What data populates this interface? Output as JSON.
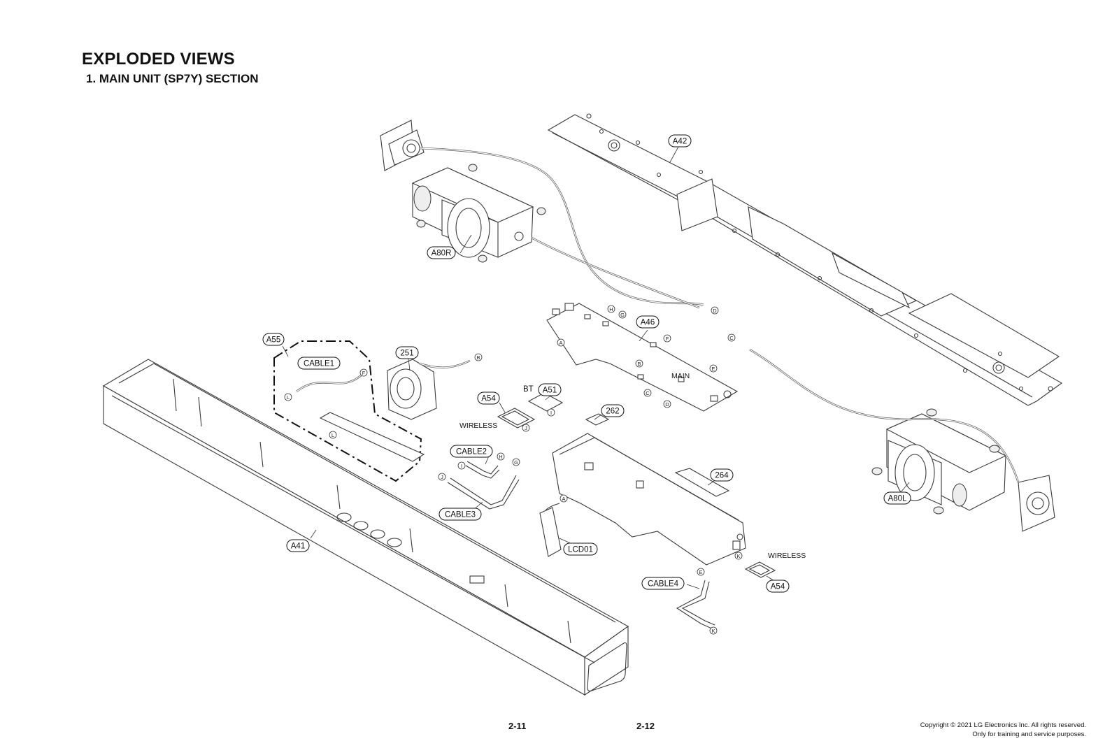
{
  "page": {
    "title": "EXPLODED VIEWS",
    "subtitle": "1. MAIN UNIT (SP7Y) SECTION",
    "page_left": "2-11",
    "page_right": "2-12",
    "copyright_line1": "Copyright © 2021 LG Electronics Inc. All rights reserved.",
    "copyright_line2": "Only for training and service purposes."
  },
  "part_labels": {
    "a42": "A42",
    "a80r": "A80R",
    "a46": "A46",
    "a55": "A55",
    "cable1": "CABLE1",
    "p251": "251",
    "a54_top": "A54",
    "a51": "A51",
    "bt": "BT",
    "wireless_top": "WIRELESS",
    "main": "MAIN",
    "p262": "262",
    "cable2": "CABLE2",
    "cable3": "CABLE3",
    "p264": "264",
    "a80l": "A80L",
    "a41": "A41",
    "lcd01": "LCD01",
    "wireless_bottom": "WIRELESS",
    "a54_bottom": "A54",
    "cable4": "CABLE4"
  },
  "connectors": {
    "a": "A",
    "b": "B",
    "c": "C",
    "d": "D",
    "e": "E",
    "f": "F",
    "g": "G",
    "h": "H",
    "i": "I",
    "j": "J",
    "k": "K",
    "l": "L"
  }
}
